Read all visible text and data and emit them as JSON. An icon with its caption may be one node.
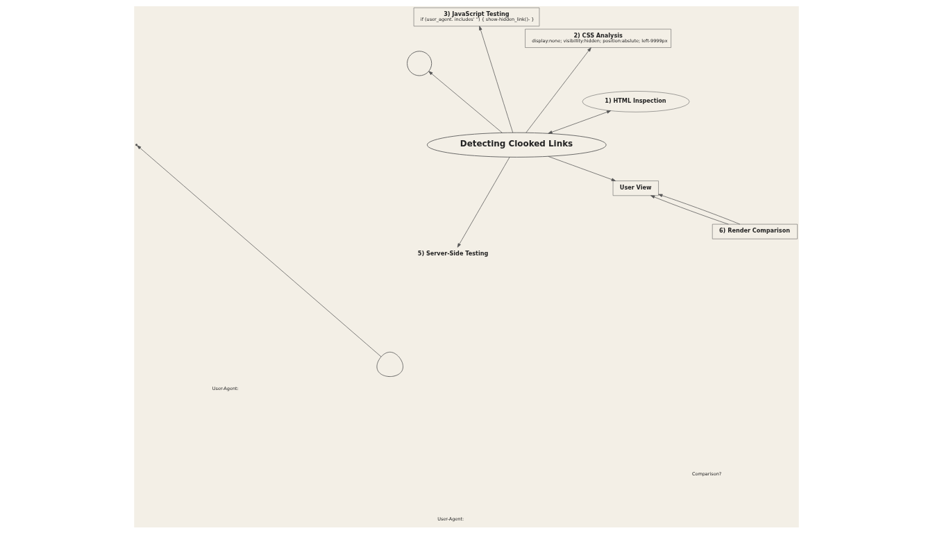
{
  "diagram": {
    "nodes": [
      {
        "text": [
          "Detecting Clooked Links"
        ]
      },
      {
        "text": [
          "1) HTML Inspection"
        ]
      },
      {
        "text": [
          "2) CSS Analysis",
          "display:none; visibillity:hidden; position:abslute; left-9999px"
        ]
      },
      {
        "text": [
          "3) JavaScript Testing",
          "if (user_agent. includes' '') { show-hidden_link()- }"
        ]
      },
      {
        "text": [],
        "shape": "circle"
      },
      {
        "text": [
          "5) Server-Side Testing"
        ]
      },
      {
        "text": [],
        "shape": "person"
      },
      {
        "text": [
          "6) Render Comparison"
        ]
      },
      {
        "text": [
          "User View"
        ]
      }
    ],
    "edges": [
      {
        "from": 0,
        "to": 1,
        "arrow": "both"
      },
      {
        "from": 0,
        "to": 2,
        "arrow": "to"
      },
      {
        "from": 0,
        "to": 3,
        "arrow": "to"
      },
      {
        "from": 0,
        "to": 4,
        "arrow": "to"
      },
      {
        "from": 0,
        "to": 5,
        "arrow": "to"
      },
      {
        "from": 0,
        "to": 8,
        "arrow": "to"
      },
      {
        "from": 7,
        "to": 8,
        "arrow": "to"
      },
      {
        "from": 7,
        "to": 8,
        "arrow": "to"
      },
      {
        "from": 6,
        "to": null,
        "arrow": "to"
      }
    ],
    "labels": [
      "User-Agent:",
      "User-Agent:",
      "Comparison?"
    ]
  }
}
